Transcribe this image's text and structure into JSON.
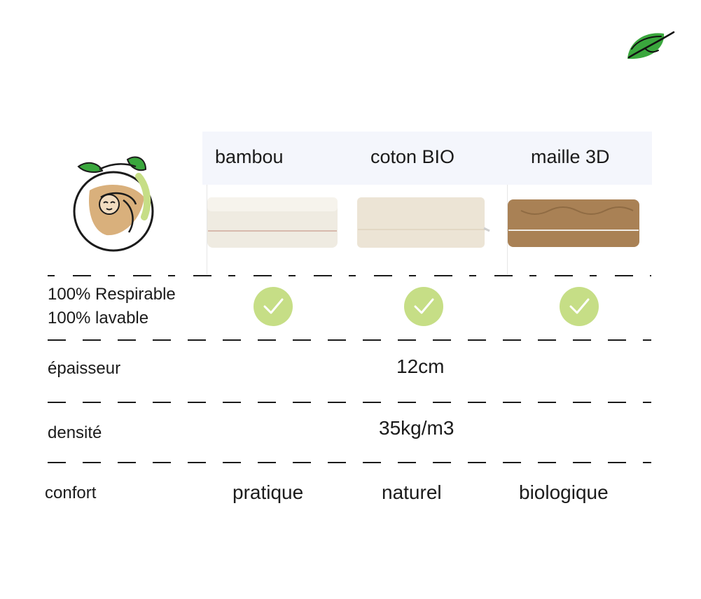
{
  "columns": [
    {
      "name": "bambou",
      "mattress_color": "#efebe1"
    },
    {
      "name": "coton BIO",
      "mattress_color": "#ece4d5"
    },
    {
      "name": "maille 3D",
      "mattress_color": "#a98155"
    }
  ],
  "rows": {
    "respirable": {
      "label_line1": "100% Respirable",
      "label_line2": "100% lavable"
    },
    "epaisseur": {
      "label": "épaisseur",
      "value": "12cm"
    },
    "densite": {
      "label": "densité",
      "value": "35kg/m3"
    },
    "confort": {
      "label": "confort",
      "values": [
        "pratique",
        "naturel",
        "biologique"
      ]
    }
  },
  "colors": {
    "check": "#c6de86",
    "leaf": "#3aa73d",
    "header_band": "#f4f6fc",
    "logo_orange": "#d9b07c"
  },
  "icons": {
    "top_right": "leaf-icon",
    "logo": "sloth-logo",
    "check": "checkmark-icon"
  }
}
